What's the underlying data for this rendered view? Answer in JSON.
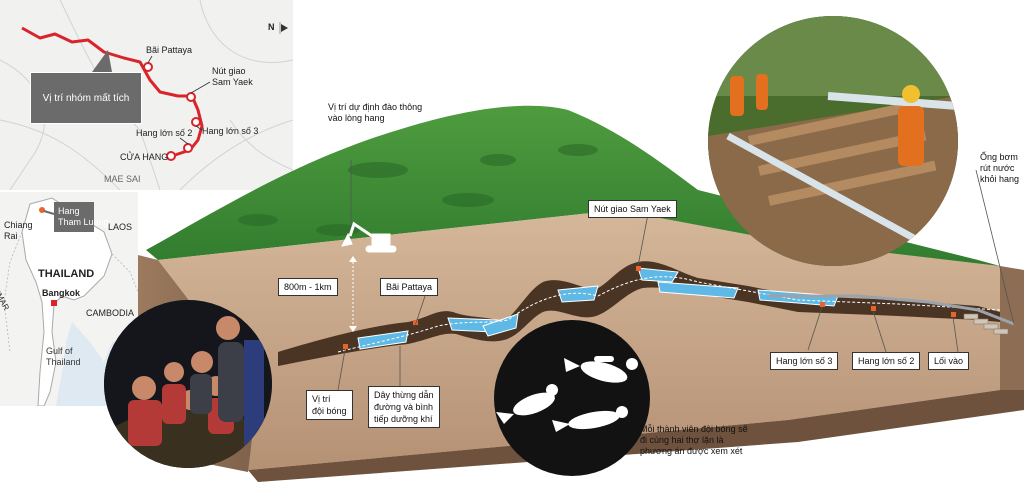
{
  "search_map": {
    "north": "N",
    "points": {
      "pattaya": "Bãi Pattaya",
      "sam_yaek": "Nút giao\nSam Yaek",
      "chamber3": "Hang lớn số 3",
      "chamber2": "Hang lớn số 2",
      "entrance": "CỬA HANG"
    },
    "missing_callout": "Vị trí nhóm mất tích",
    "town": "MAE SAI"
  },
  "region_map": {
    "cave_callout": "Hang\nTham Luang",
    "labels": {
      "laos": "LAOS",
      "chiang_rai": "Chiang\nRai",
      "myanmar": "MYANMAR",
      "thailand": "THAILAND",
      "bangkok": "Bangkok",
      "cambodia": "CAMBODIA",
      "gulf": "Gulf of\nThailand"
    }
  },
  "cross_section": {
    "drill_note": "Vị trí dự định đào thông\nvào lòng hang",
    "depth_label": "800m - 1km",
    "labels": {
      "team_position": "Vị trí\nđội bóng",
      "pattaya": "Bãi Pattaya",
      "guide_rope": "Dây thừng dẫn\nđường và bình\ntiếp dưỡng khí",
      "sam_yaek": "Nút giao Sam Yaek",
      "chamber3": "Hang lớn số 3",
      "chamber2": "Hang lớn số 2",
      "entrance": "Lối vào"
    },
    "pump_note": "Ống bơm\nrút nước\nkhỏi hang",
    "diver_note": "Mỗi thành viên đội bóng sẽ\nđi cùng hai thợ lặn là\nphương án được xem xét"
  },
  "colors": {
    "grass": "#3f8f3a",
    "soil": "#c9a98a",
    "soil_dark": "#a3836a",
    "water": "#5fb9e6",
    "marker": "#e8642a",
    "route": "#d8242a",
    "callout_bg": "#6b6b6b"
  },
  "icons": [
    "excavator-icon",
    "north-arrow-icon",
    "scuba-diver-icon",
    "route-marker-icon"
  ]
}
